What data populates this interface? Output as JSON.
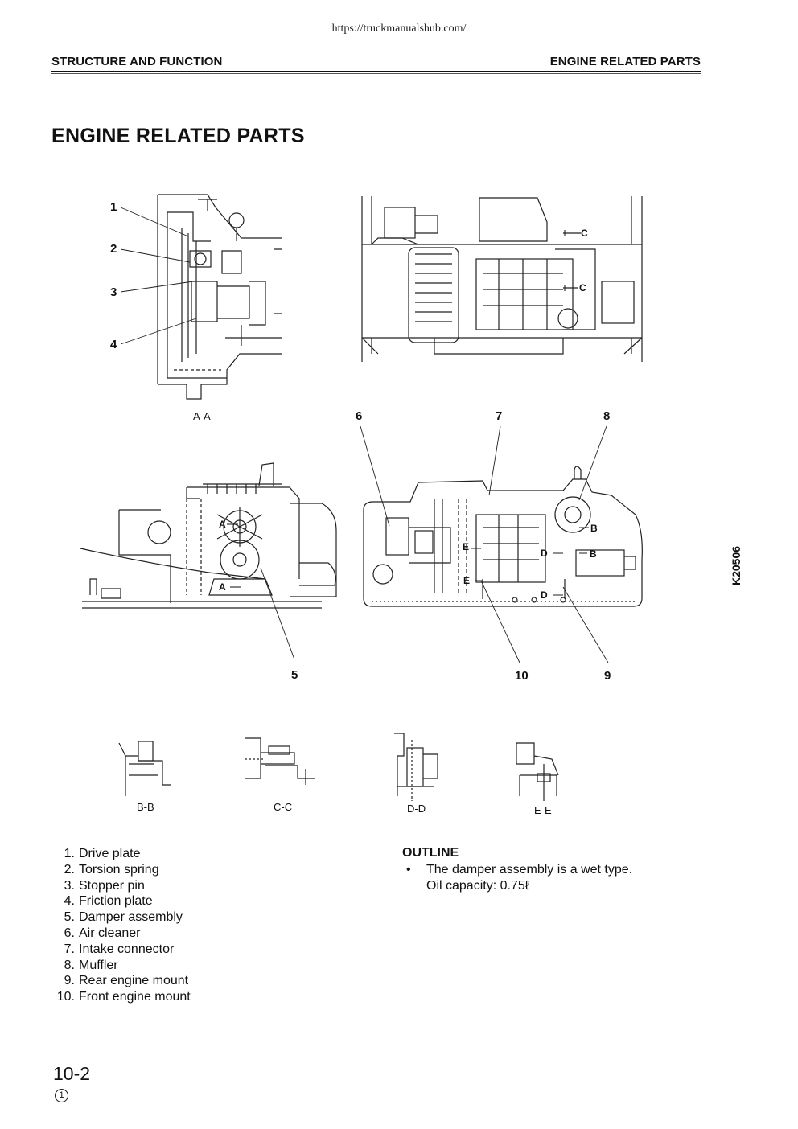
{
  "page": {
    "source_url": "https://truckmanualshub.com/",
    "header_left": "STRUCTURE AND FUNCTION",
    "header_right": "ENGINE RELATED PARTS",
    "title": "ENGINE RELATED PARTS",
    "drawing_code": "K20506",
    "page_number": "10-2",
    "revision_mark": "1"
  },
  "figure": {
    "callouts": [
      "1",
      "2",
      "3",
      "4",
      "5",
      "6",
      "7",
      "8",
      "9",
      "10"
    ],
    "section_labels": {
      "aa": "A-A",
      "bb": "B-B",
      "cc": "C-C",
      "dd": "D-D",
      "ee": "E-E"
    },
    "view_markers": {
      "a": "A",
      "b": "B",
      "c": "C",
      "d": "D",
      "e": "E"
    }
  },
  "parts_list": [
    {
      "num": "1.",
      "name": "Drive plate"
    },
    {
      "num": "2.",
      "name": "Torsion spring"
    },
    {
      "num": "3.",
      "name": "Stopper pin"
    },
    {
      "num": "4.",
      "name": "Friction plate"
    },
    {
      "num": "5.",
      "name": "Damper assembly"
    },
    {
      "num": "6.",
      "name": "Air cleaner"
    },
    {
      "num": "7.",
      "name": "Intake connector"
    },
    {
      "num": "8.",
      "name": "Muffler"
    },
    {
      "num": "9.",
      "name": "Rear engine mount"
    },
    {
      "num": "10.",
      "name": "Front engine mount"
    }
  ],
  "outline": {
    "heading": "OUTLINE",
    "bullet": "•",
    "line1": "The damper assembly is a wet type.",
    "line2": "Oil capacity: 0.75ℓ"
  }
}
